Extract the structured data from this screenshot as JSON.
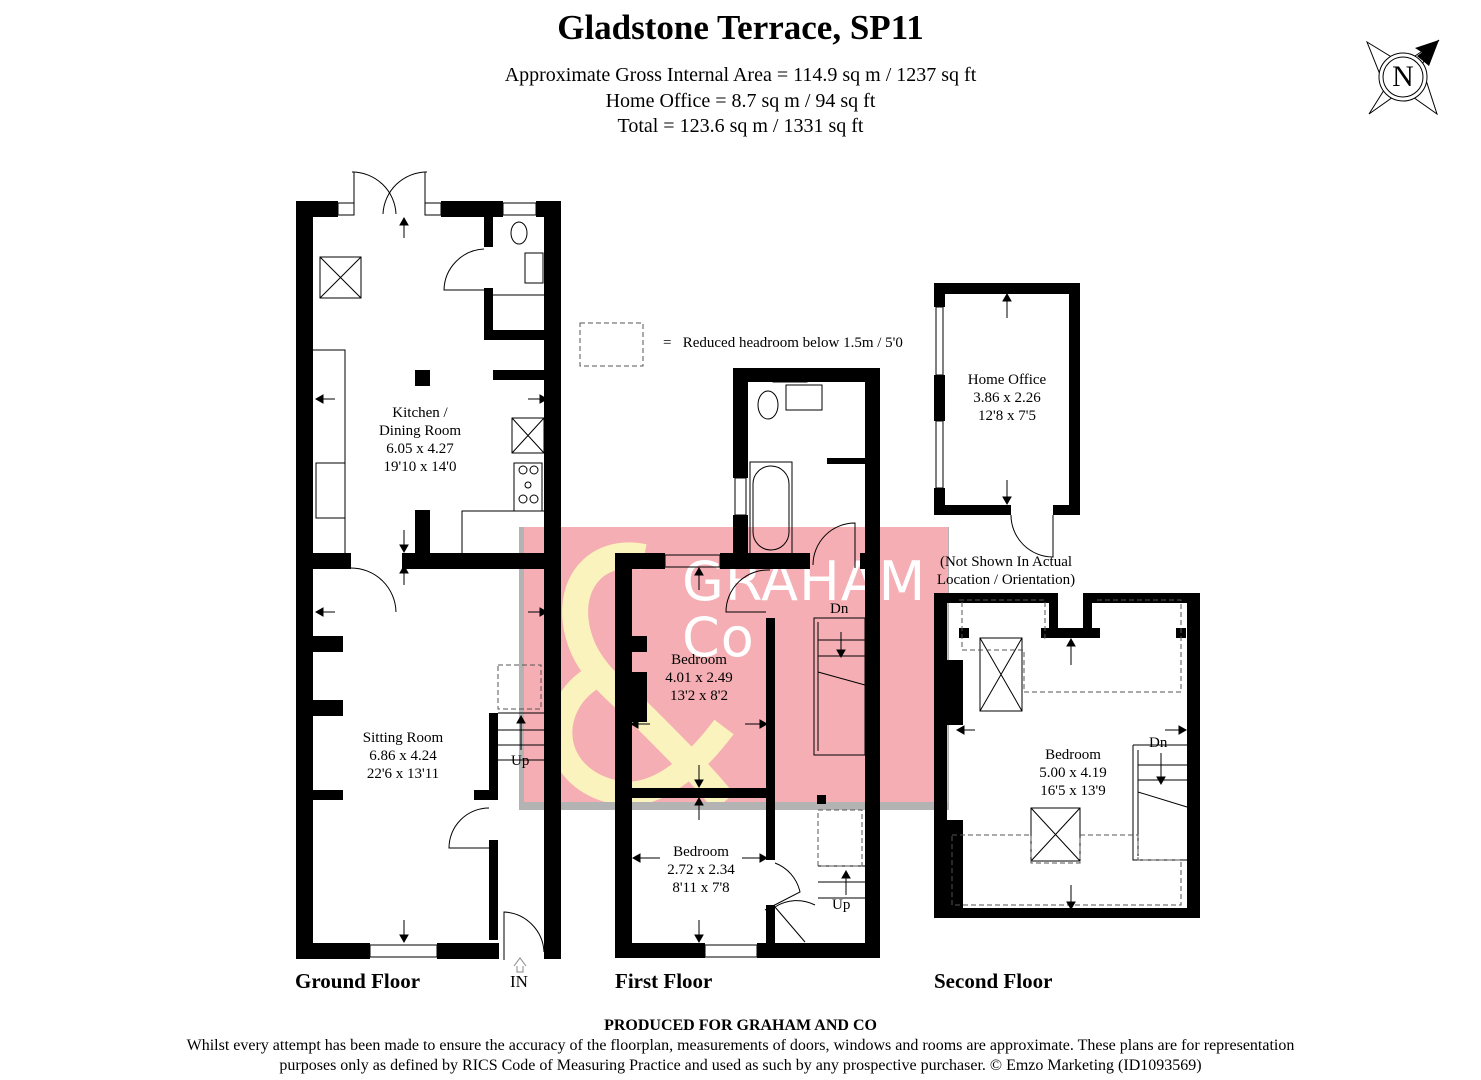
{
  "header": {
    "title": "Gladstone Terrace, SP11",
    "gross_area": "Approximate Gross Internal Area = 114.9 sq m / 1237 sq ft",
    "home_office_area": "Home Office = 8.7 sq m / 94 sq ft",
    "total_area": "Total = 123.6 sq m / 1331 sq ft"
  },
  "compass": {
    "label": "N",
    "icon": "north-compass-icon"
  },
  "legend": {
    "symbol": "dashed-rectangle",
    "text": "=   Reduced headroom below 1.5m / 5'0"
  },
  "watermark": {
    "line1": "GRAHAM",
    "line2": "Co",
    "symbol": "&",
    "bg_color": "#f5aeb3",
    "ampersand_color": "#fbf3bd",
    "shadow_color": "#b3b3b3"
  },
  "floors": {
    "ground": {
      "label": "Ground Floor",
      "entrance": "IN",
      "stairs_label": "Up",
      "rooms": [
        {
          "name_line1": "Kitchen /",
          "name_line2": "Dining Room",
          "metric": "6.05 x 4.27",
          "imperial": "19'10 x 14'0"
        },
        {
          "name_line1": "Sitting Room",
          "metric": "6.86 x 4.24",
          "imperial": "22'6 x 13'11"
        }
      ]
    },
    "first": {
      "label": "First Floor",
      "stairs_down": "Dn",
      "stairs_up": "Up",
      "rooms": [
        {
          "name": "Bedroom",
          "metric": "4.01 x 2.49",
          "imperial": "13'2 x 8'2"
        },
        {
          "name": "Bedroom",
          "metric": "2.72 x 2.34",
          "imperial": "8'11 x 7'8"
        }
      ]
    },
    "home_office": {
      "name": "Home Office",
      "metric": "3.86 x 2.26",
      "imperial": "12'8 x 7'5",
      "note_line1": "(Not Shown In Actual",
      "note_line2": "Location / Orientation)"
    },
    "second": {
      "label": "Second Floor",
      "stairs_down": "Dn",
      "rooms": [
        {
          "name": "Bedroom",
          "metric": "5.00 x 4.19",
          "imperial": "16'5 x 13'9"
        }
      ]
    }
  },
  "footer": {
    "produced_for": "PRODUCED FOR GRAHAM AND CO",
    "disclaimer_line1": "Whilst every attempt has been made to ensure the accuracy of the floorplan, measurements of doors, windows and rooms are approximate. These plans are for representation",
    "disclaimer_line2": "purposes only as defined by RICS Code of Measuring Practice and used as such by any prospective purchaser. © Emzo Marketing (ID1093569)"
  }
}
